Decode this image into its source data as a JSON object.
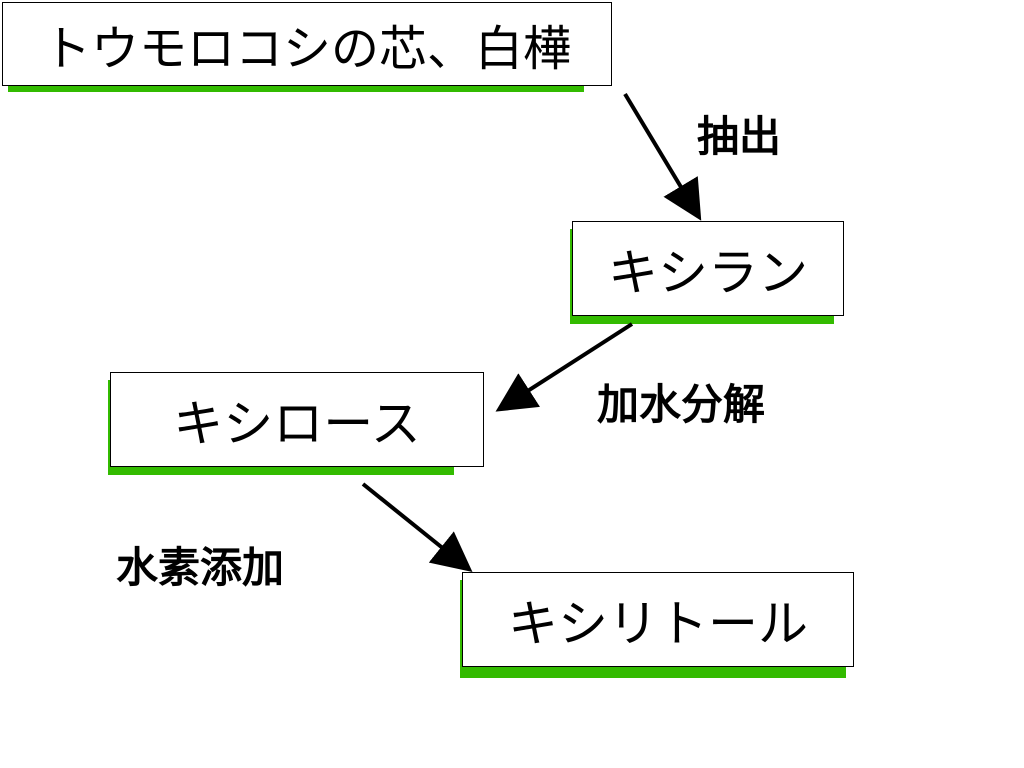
{
  "diagram": {
    "nodes": [
      {
        "id": "source",
        "label": "トウモロコシの芯、白樺"
      },
      {
        "id": "xylan",
        "label": "キシラン"
      },
      {
        "id": "xylose",
        "label": "キシロース"
      },
      {
        "id": "xylitol",
        "label": "キシリトール"
      }
    ],
    "edges": [
      {
        "from": "source",
        "to": "xylan",
        "label": "抽出"
      },
      {
        "from": "xylan",
        "to": "xylose",
        "label": "加水分解"
      },
      {
        "from": "xylose",
        "to": "xylitol",
        "label": "水素添加"
      }
    ],
    "colors": {
      "box_border": "#000000",
      "box_shadow": "#33bb00",
      "arrow": "#000000",
      "background": "#ffffff"
    }
  }
}
